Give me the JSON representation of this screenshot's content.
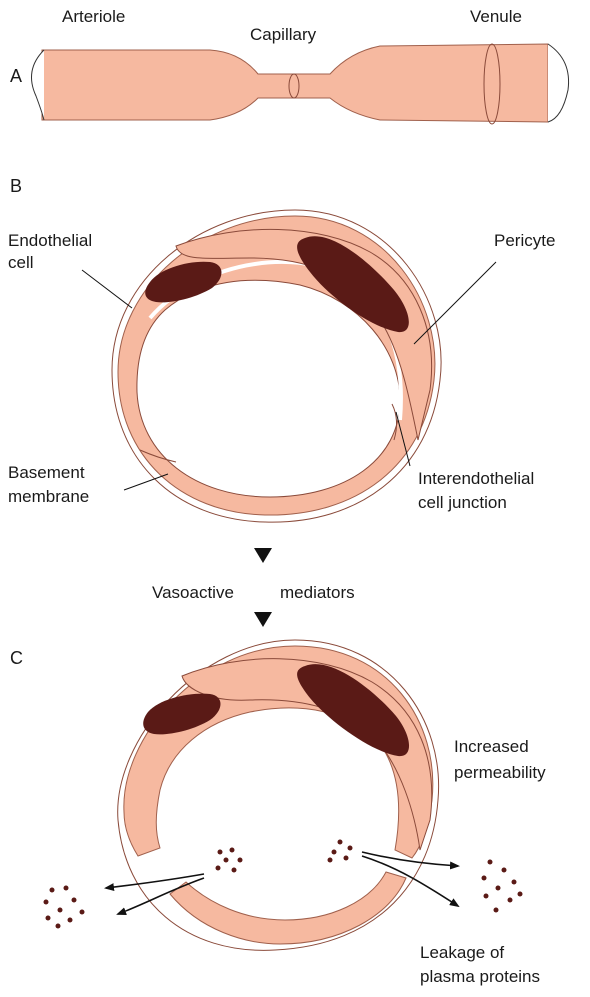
{
  "panels": {
    "a": "A",
    "b": "B",
    "c": "C"
  },
  "vessel_labels": {
    "arteriole": "Arteriole",
    "capillary": "Capillary",
    "venule": "Venule"
  },
  "panel_b_labels": {
    "endothelial_1": "Endothelial",
    "endothelial_2": "cell",
    "pericyte": "Pericyte",
    "basement_1": "Basement",
    "basement_2": "membrane",
    "junction_1": "Interendothelial",
    "junction_2": "cell junction"
  },
  "mediators": {
    "word1": "Vasoactive",
    "word2": "mediators"
  },
  "panel_c_labels": {
    "increased_1": "Increased",
    "increased_2": "permeability",
    "leakage_1": "Leakage of",
    "leakage_2": "plasma proteins"
  },
  "colors": {
    "tissue": "#f6b9a0",
    "nucleus": "#5a1a16",
    "outline": "#8a4a3a",
    "protein": "#5a1a16"
  }
}
